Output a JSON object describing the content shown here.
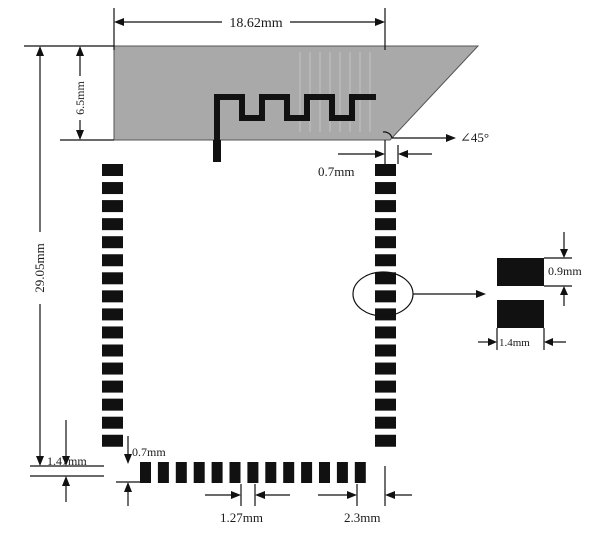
{
  "labels": {
    "module_width": "18.62mm",
    "antenna_height": "6.5mm",
    "module_height": "29.05mm",
    "chamfer_angle": "∠45°",
    "edge_offset_right": "0.7mm",
    "pad_height": "0.9mm",
    "pad_width": "1.4mm",
    "bottom_row_offset": "1.47mm",
    "bottom_gap": "0.7mm",
    "pad_pitch": "1.27mm",
    "corner_offset": "2.3mm"
  },
  "colors": {
    "antenna_fill": "#a9a9a9",
    "pad_fill": "#111111",
    "line": "#111111"
  }
}
